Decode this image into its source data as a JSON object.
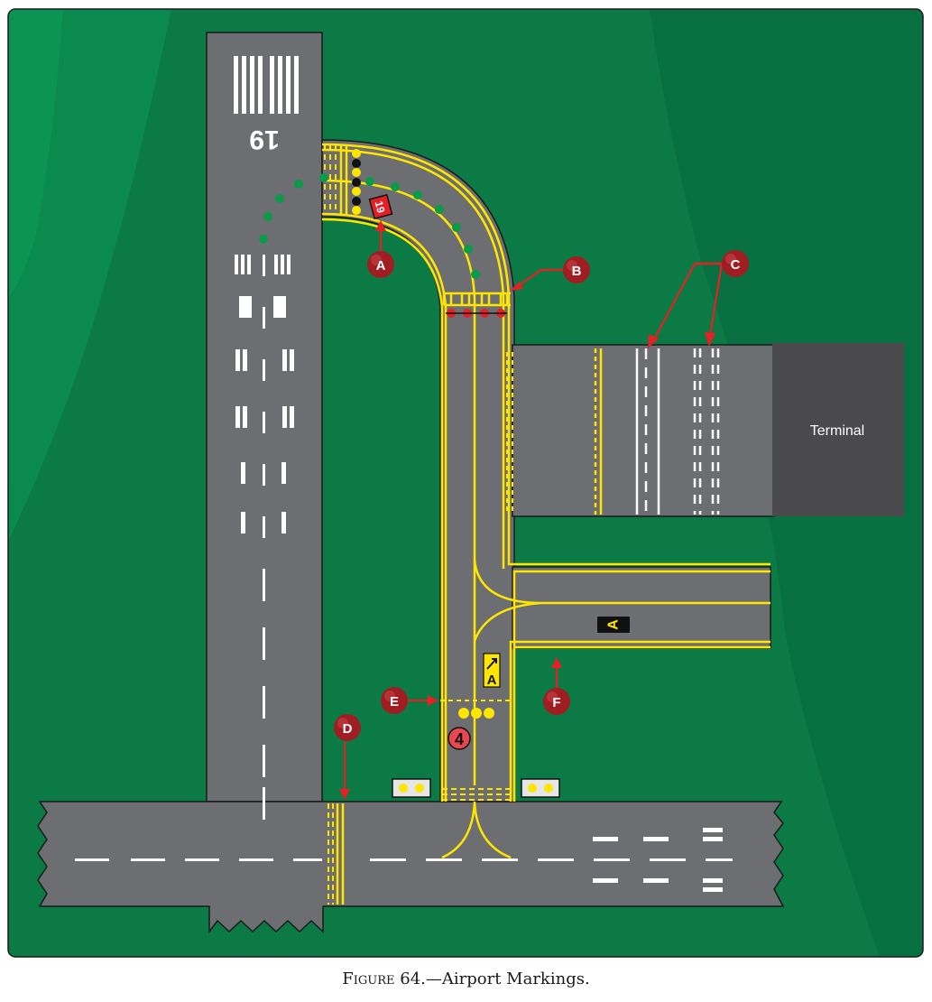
{
  "runway": {
    "number": "19"
  },
  "signs": {
    "hold_sign": "19",
    "taxiway_location": "A",
    "direction_sign": "A",
    "mandatory_4": "4"
  },
  "terminal": {
    "label": "Terminal"
  },
  "callouts": {
    "a": "A",
    "b": "B",
    "c": "C",
    "d": "D",
    "e": "E",
    "f": "F"
  },
  "caption": {
    "prefix": "Figure 64.",
    "title": "—Airport Markings."
  },
  "colors": {
    "grass": "#0f7a45",
    "grass_dark": "#07703f",
    "pavement": "#6d6e71",
    "yellow": "#ffe600",
    "callout": "#a01d22",
    "terminal": "#4a4a4c"
  }
}
